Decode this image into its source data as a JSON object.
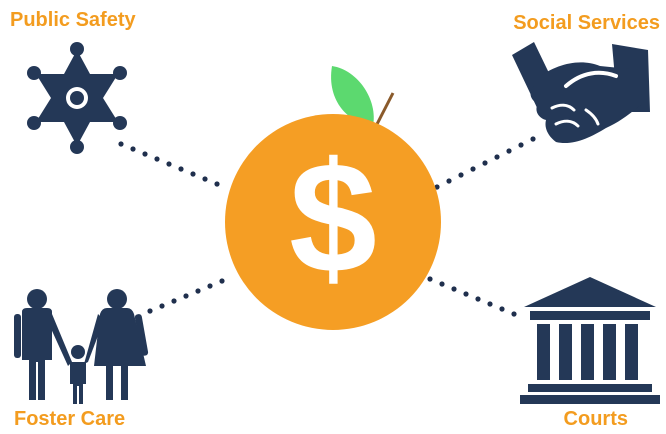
{
  "labels": {
    "top_left": "Public Safety",
    "top_right": "Social Services",
    "bottom_left": "Foster Care",
    "bottom_right": "Courts"
  },
  "center": {
    "symbol": "$"
  },
  "icons": {
    "top_left": "sheriff-star-icon",
    "top_right": "handshake-icon",
    "bottom_left": "family-icon",
    "bottom_right": "courthouse-icon",
    "center": "orange-dollar-icon"
  },
  "colors": {
    "label": "#f39c1f",
    "icon": "#243857",
    "orange": "#f59e24",
    "leaf": "#5cd96f",
    "stem": "#8a5a2b",
    "dots": "#1f2f4d"
  }
}
